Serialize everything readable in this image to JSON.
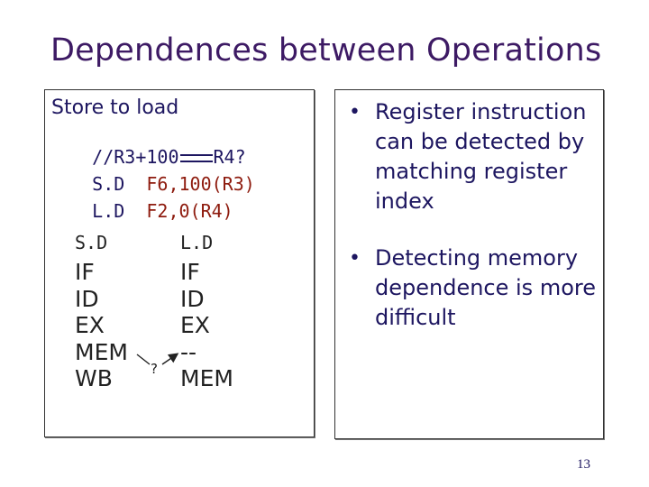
{
  "slide": {
    "title": "Dependences between Operations",
    "page_number": "13"
  },
  "left_box": {
    "heading": "Store to load",
    "code": {
      "line1_before": "//R3+100",
      "line1_after": "R4?",
      "line2_op": "S.D  ",
      "line2_args": "F6,100(R3)",
      "line3_op": "L.D  ",
      "line3_args": "F2,0(R4)"
    },
    "pipelines": {
      "store": {
        "name": "S.D",
        "stages": [
          "IF",
          "ID",
          "EX",
          "MEM",
          "WB"
        ]
      },
      "load": {
        "name": "L.D",
        "stages": [
          "IF",
          "ID",
          "EX",
          "--",
          "MEM"
        ]
      }
    },
    "question_mark": "?"
  },
  "right_box": {
    "bullets": [
      "Register instruction can be detected by matching register index",
      "Detecting memory dependence is more difficult"
    ],
    "bullet_glyph": "•"
  },
  "colors": {
    "title": "#3d1a64",
    "text_navy": "#1d1660",
    "text_red": "#8e1b0e"
  }
}
